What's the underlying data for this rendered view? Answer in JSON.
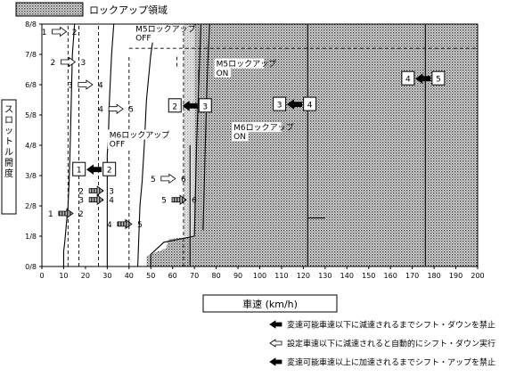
{
  "legend_top": {
    "label": "ロックアップ領域"
  },
  "chart_data": {
    "type": "line",
    "xlabel": "車速 (km/h)",
    "ylabel": "スロットル開度",
    "xlim": [
      0,
      200
    ],
    "ylim": [
      0,
      8
    ],
    "x_ticks": [
      "0",
      "10",
      "20",
      "30",
      "40",
      "50",
      "60",
      "70",
      "80",
      "90",
      "100",
      "110",
      "120",
      "130",
      "140",
      "150",
      "160",
      "170",
      "180",
      "190",
      "200"
    ],
    "y_ticks": [
      "0/8",
      "1/8",
      "2/8",
      "3/8",
      "4/8",
      "5/8",
      "6/8",
      "7/8",
      "8/8"
    ],
    "grid": false,
    "lockup_region": {
      "description_label": "ロックアップ領域",
      "polygon": [
        [
          48,
          0
        ],
        [
          48,
          0.35
        ],
        [
          57,
          0.6
        ],
        [
          58,
          0.9
        ],
        [
          70,
          1.0
        ],
        [
          70,
          8
        ],
        [
          200,
          8
        ],
        [
          200,
          0
        ]
      ]
    },
    "lockup_hatch_start": 65,
    "curves": [
      {
        "name": "1-2 up",
        "style": "solid",
        "points": [
          [
            10,
            0
          ],
          [
            10,
            0.5
          ],
          [
            10.5,
            0.8
          ],
          [
            11,
            1.2
          ],
          [
            11.5,
            1.6
          ],
          [
            12,
            2
          ],
          [
            12.5,
            2.8
          ],
          [
            13,
            4
          ],
          [
            13.5,
            5.5
          ],
          [
            14,
            7
          ],
          [
            15,
            8
          ]
        ]
      },
      {
        "name": "2-3 up",
        "style": "solid",
        "points": [
          [
            30,
            0
          ],
          [
            30,
            3.3
          ],
          [
            30,
            3.7
          ],
          [
            30.5,
            4.2
          ],
          [
            31,
            5.5
          ],
          [
            32,
            7
          ],
          [
            33,
            8
          ]
        ]
      },
      {
        "name": "3-4 up",
        "style": "solid",
        "points": [
          [
            44,
            0
          ],
          [
            45,
            2
          ],
          [
            46,
            2.8
          ],
          [
            47,
            4
          ],
          [
            48,
            5.5
          ],
          [
            50,
            7
          ],
          [
            52,
            8
          ]
        ]
      },
      {
        "name": "4-5 up",
        "style": "solid",
        "points": [
          [
            70,
            1
          ],
          [
            71,
            4
          ],
          [
            72,
            6
          ],
          [
            73,
            8
          ]
        ]
      },
      {
        "name": "5-6 up",
        "style": "solid",
        "points": [
          [
            74,
            1.2
          ],
          [
            75,
            4
          ],
          [
            76,
            6.5
          ],
          [
            77,
            8
          ]
        ]
      },
      {
        "name": "2-1 down",
        "style": "dashed",
        "points": [
          [
            12,
            0
          ],
          [
            12,
            8
          ]
        ]
      },
      {
        "name": "3-2 down",
        "style": "dashed",
        "points": [
          [
            17,
            0
          ],
          [
            17,
            8
          ]
        ]
      },
      {
        "name": "4-3 down",
        "style": "dashed",
        "points": [
          [
            26,
            0
          ],
          [
            26,
            8
          ]
        ]
      },
      {
        "name": "5-4 down",
        "style": "dashed",
        "points": [
          [
            40,
            0
          ],
          [
            40,
            7
          ]
        ]
      },
      {
        "name": "6-5 down",
        "style": "dashed",
        "points": [
          [
            65,
            0
          ],
          [
            65,
            8
          ]
        ]
      },
      {
        "name": "M5 lockup OFF",
        "style": "dashed",
        "points": [
          [
            62,
            6.6
          ],
          [
            62,
            7
          ]
        ]
      },
      {
        "name": "M5 lockup ON",
        "style": "solid",
        "points": [
          [
            72,
            6
          ],
          [
            72,
            6.5
          ]
        ]
      },
      {
        "name": "M6 lockup OFF",
        "style": "solid",
        "points": [
          [
            68,
            0
          ],
          [
            68,
            4
          ]
        ]
      },
      {
        "name": "7/8 dashed",
        "style": "dashed",
        "points": [
          [
            40,
            7.2
          ],
          [
            200,
            7.2
          ]
        ]
      },
      {
        "name": "boundary low",
        "style": "solid",
        "points": [
          [
            50,
            0
          ],
          [
            50,
            0.4
          ],
          [
            56,
            0.8
          ],
          [
            70,
            1
          ]
        ]
      },
      {
        "name": "boundary right",
        "style": "solid",
        "points": [
          [
            122,
            0
          ],
          [
            122,
            8
          ]
        ]
      },
      {
        "name": "boundary far right",
        "style": "solid",
        "points": [
          [
            176,
            0
          ],
          [
            176,
            8
          ]
        ]
      },
      {
        "name": "boundary mid",
        "style": "solid",
        "points": [
          [
            122,
            1.6
          ],
          [
            130,
            1.6
          ]
        ]
      }
    ],
    "annotations": [
      {
        "text": "M5ロックアップ",
        "x": 43,
        "y": 7.75
      },
      {
        "text": "OFF",
        "x": 43,
        "y": 7.45
      },
      {
        "text": "M5ロックアップ",
        "x": 80,
        "y": 6.6
      },
      {
        "text": "ON",
        "x": 80,
        "y": 6.3
      },
      {
        "text": "M6ロックアップ",
        "x": 88,
        "y": 4.5
      },
      {
        "text": "ON",
        "x": 88,
        "y": 4.2
      },
      {
        "text": "M6ロックアップ",
        "x": 31,
        "y": 4.25
      },
      {
        "text": "OFF",
        "x": 31,
        "y": 3.95
      }
    ],
    "gear_pairs": [
      {
        "from": "1",
        "to": "2",
        "kind": "hollow",
        "x": 8,
        "y": 7.75
      },
      {
        "from": "2",
        "to": "3",
        "kind": "hollow",
        "x": 12,
        "y": 6.75
      },
      {
        "from": "3",
        "to": "4",
        "kind": "hollow",
        "x": 20,
        "y": 6.0
      },
      {
        "from": "4",
        "to": "5",
        "kind": "hollow",
        "x": 34,
        "y": 5.2
      },
      {
        "from": "5",
        "to": "6",
        "kind": "hollow",
        "x": 58,
        "y": 2.9
      },
      {
        "from": "1",
        "to": "2",
        "kind": "hatched",
        "x": 11,
        "y": 1.75
      },
      {
        "from": "2",
        "to": "3",
        "kind": "hatched",
        "x": 25,
        "y": 2.5
      },
      {
        "from": "3",
        "to": "4",
        "kind": "hatched",
        "x": 25,
        "y": 2.2
      },
      {
        "from": "4",
        "to": "5",
        "kind": "hatched",
        "x": 38,
        "y": 1.4
      },
      {
        "from": "5",
        "to": "6",
        "kind": "hatched",
        "x": 63,
        "y": 2.2
      },
      {
        "from": "1",
        "to": "2",
        "kind": "solid",
        "x": 24,
        "y": 3.2
      },
      {
        "from": "2",
        "to": "3",
        "kind": "solid",
        "x": 68,
        "y": 5.3
      },
      {
        "from": "3",
        "to": "4",
        "kind": "solid",
        "x": 116,
        "y": 5.35
      },
      {
        "from": "4",
        "to": "5",
        "kind": "solid",
        "x": 175,
        "y": 6.2
      }
    ]
  },
  "legend_bottom": [
    {
      "kind": "solid",
      "label": "変速可能車速以下に減速されるまでシフト・ダウンを禁止"
    },
    {
      "kind": "hollow",
      "label": "設定車速以下に減速されると自動的にシフト・ダウン実行"
    },
    {
      "kind": "solid",
      "label": "変速可能車速以上に加速されるまでシフト・アップを禁止"
    }
  ]
}
